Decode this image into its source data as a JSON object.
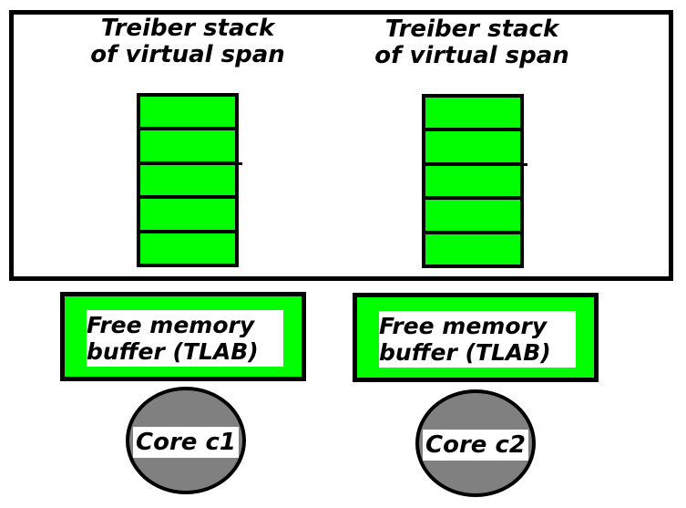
{
  "stacks": [
    {
      "title": "Treiber stack\nof virtual span",
      "cell_count": 5
    },
    {
      "title": "Treiber stack\nof virtual span",
      "cell_count": 5
    }
  ],
  "buffers": [
    {
      "label": "Free memory\nbuffer (TLAB)"
    },
    {
      "label": "Free memory\nbuffer (TLAB)"
    }
  ],
  "cores": [
    {
      "label": "Core c1"
    },
    {
      "label": "Core c2"
    }
  ],
  "colors": {
    "stack_fill": "#00ff00",
    "buffer_fill": "#00ff00",
    "core_fill": "#808080",
    "outline": "#000000"
  }
}
